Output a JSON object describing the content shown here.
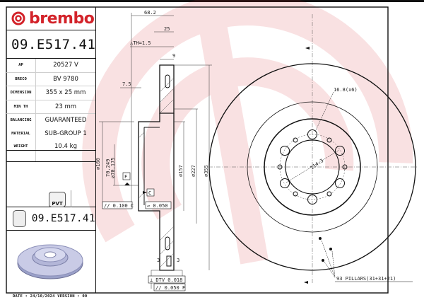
{
  "brand": {
    "name": "brembo",
    "color": "#d3232a",
    "logo_icon": "brembo-ring-logo"
  },
  "part_number": "09.E517.41",
  "specs": [
    {
      "key": "AP",
      "value": "20527 V"
    },
    {
      "key": "BRECO",
      "value": "BV 9780"
    },
    {
      "key": "DIMENSION",
      "value": "355 x 25 mm"
    },
    {
      "key": "MIN TH",
      "value": "23 mm"
    },
    {
      "key": "BALANCING",
      "value": "GUARANTEED"
    },
    {
      "key": "MATERIAL",
      "value": "SUB-GROUP 1"
    },
    {
      "key": "WEIGHT",
      "value": "10.4 kg"
    }
  ],
  "pvt_badge": {
    "label": "PVT",
    "icon": "pvt-disc-icon"
  },
  "code_row": {
    "icon": "vented-disc-icon",
    "code": "09.E517.41"
  },
  "footer": {
    "date_text": "DATE : 24/10/2024 VERSION : 00"
  },
  "drawing": {
    "dimensions": {
      "overall_height": "68.2",
      "thickness": "25",
      "th_tolerance": "△TH=1.5",
      "pad_offset": "9",
      "hat_wall": "7.5",
      "d_hat": "∅160",
      "d_pilot_max": "70.249",
      "d_pilot_min": "∅70.175",
      "d_157": "∅157",
      "d_227": "∅227",
      "d_355": "∅355",
      "datum_f": "F",
      "datum_c": "C",
      "runout_hat": "// 0.100 C",
      "flatness_hat": "▱ 0.050",
      "dtv": "DTV 0.018",
      "runout_face": "// 0.050 F",
      "chamfer_a": "3",
      "chamfer_b": "3"
    },
    "front_view": {
      "bolt_holes": "16.8(x6)",
      "pcd": "114.3",
      "pillars": "93 PILLARS(31+31+21)"
    }
  }
}
